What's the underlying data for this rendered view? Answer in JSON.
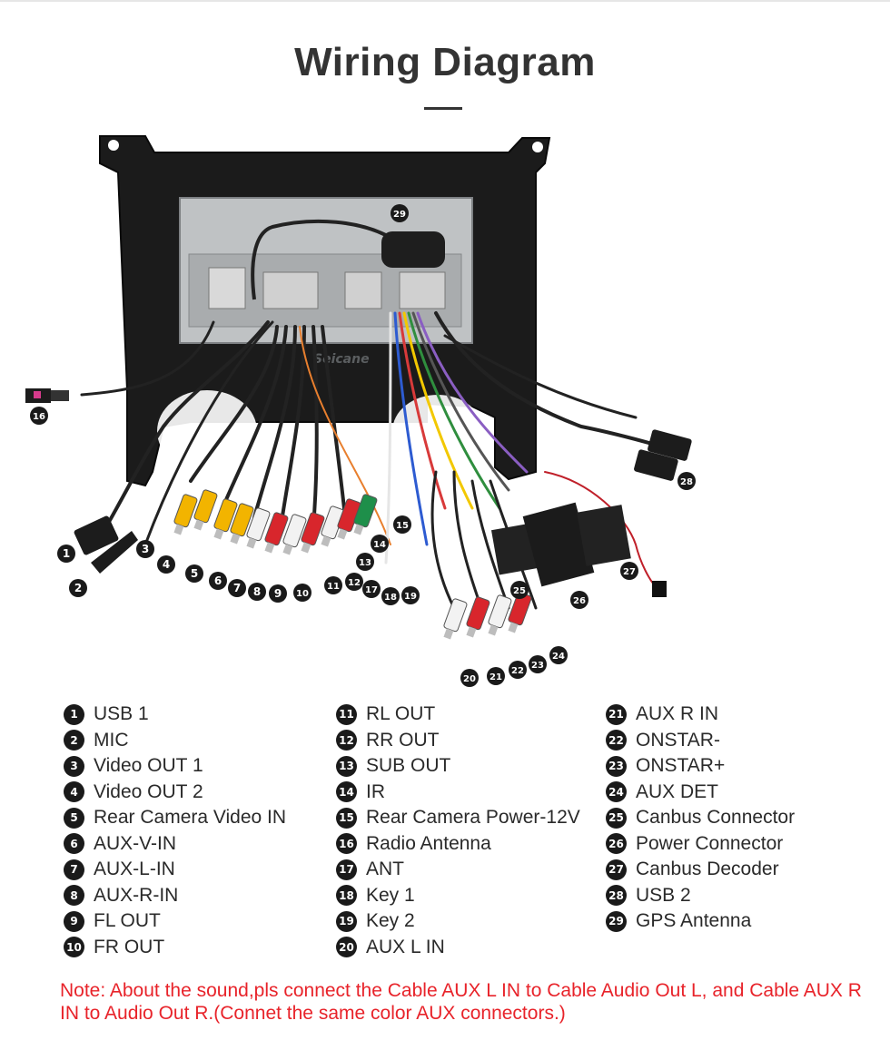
{
  "title": "Wiring Diagram",
  "watermark": "Seicane",
  "legend": [
    {
      "num": "1",
      "label": "USB 1"
    },
    {
      "num": "2",
      "label": "MIC"
    },
    {
      "num": "3",
      "label": "Video OUT 1"
    },
    {
      "num": "4",
      "label": "Video OUT 2"
    },
    {
      "num": "5",
      "label": "Rear Camera Video IN"
    },
    {
      "num": "6",
      "label": "AUX-V-IN"
    },
    {
      "num": "7",
      "label": "AUX-L-IN"
    },
    {
      "num": "8",
      "label": "AUX-R-IN"
    },
    {
      "num": "9",
      "label": "FL OUT"
    },
    {
      "num": "10",
      "label": "FR OUT"
    },
    {
      "num": "11",
      "label": "RL OUT"
    },
    {
      "num": "12",
      "label": "RR OUT"
    },
    {
      "num": "13",
      "label": "SUB OUT"
    },
    {
      "num": "14",
      "label": "IR"
    },
    {
      "num": "15",
      "label": "Rear Camera Power-12V"
    },
    {
      "num": "16",
      "label": "Radio Antenna"
    },
    {
      "num": "17",
      "label": "ANT"
    },
    {
      "num": "18",
      "label": "Key 1"
    },
    {
      "num": "19",
      "label": "Key 2"
    },
    {
      "num": "20",
      "label": "AUX L IN"
    },
    {
      "num": "21",
      "label": "AUX R IN"
    },
    {
      "num": "22",
      "label": "ONSTAR-"
    },
    {
      "num": "23",
      "label": "ONSTAR+"
    },
    {
      "num": "24",
      "label": "AUX DET"
    },
    {
      "num": "25",
      "label": "Canbus Connector"
    },
    {
      "num": "26",
      "label": "Power Connector"
    },
    {
      "num": "27",
      "label": "Canbus Decoder"
    },
    {
      "num": "28",
      "label": "USB 2"
    },
    {
      "num": "29",
      "label": "GPS Antenna"
    }
  ],
  "note": "Note: About the sound,pls connect the Cable AUX L IN to Cable Audio Out L, and Cable AUX R IN to  Audio Out R.(Connet the same color AUX connectors.)",
  "colors": {
    "title": "#333333",
    "note": "#e8232a",
    "badge": "#1a1a1a",
    "rca_yellow": "#f2b400",
    "rca_white": "#f2f2f2",
    "rca_red": "#d8262c",
    "rca_green": "#1e8f4a"
  }
}
